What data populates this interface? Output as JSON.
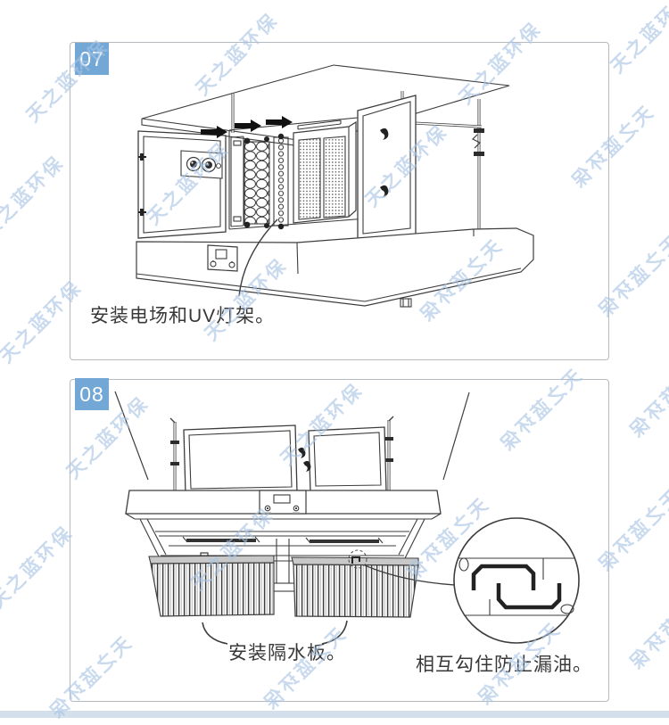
{
  "watermark": {
    "text": "天之蓝环保"
  },
  "steps": [
    {
      "number": "07",
      "caption": "安装电场和UV灯架。"
    },
    {
      "number": "08",
      "caption": "安装隔水板。",
      "detail_note": "相互勾住防止漏油。"
    }
  ],
  "colors": {
    "badge_blue": "#72a7d6",
    "watermark_blue": "#a9c5e4",
    "line_art": "#3d3d3d",
    "footer_strip": "#d3dfeb",
    "panel_border": "#b5babf"
  }
}
